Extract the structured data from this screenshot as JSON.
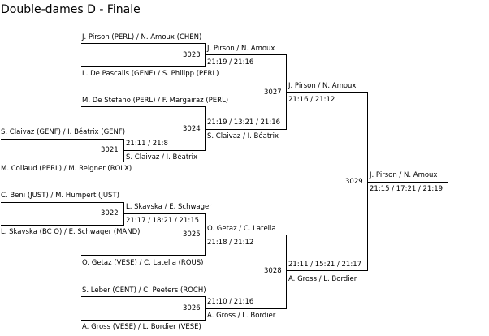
{
  "title": "Double-dames D - Finale",
  "round1": [
    {
      "id": "3021",
      "team1": "S. Claivaz (GENF) / I. Béatrix (GENF)",
      "team2": "M. Collaud (PERL) / M. Reigner (ROLX)",
      "winner": "S. Claivaz / I. Béatrix",
      "score": "21:11 / 21:8"
    },
    {
      "id": "3022",
      "team1": "C. Beni (JUST) / M. Humpert (JUST)",
      "team2": "L. Skavska (BC O) / E. Schwager (MAND)",
      "winner": "L. Skavska / E. Schwager",
      "score": "21:17 / 18:21 / 21:15"
    }
  ],
  "round2": [
    {
      "id": "3023",
      "team1": "J. Pirson (PERL) / N. Amoux (CHEN)",
      "team2": "L. De Pascalis (GENF) / S. Philipp (PERL)",
      "winner": "J. Pirson / N. Amoux",
      "score": "21:19 / 21:16"
    },
    {
      "id": "3024",
      "team1": "M. De Stefano (PERL) / F. Margairaz (PERL)",
      "winner": "S. Claivaz / I. Béatrix",
      "score": "21:19 / 13:21 / 21:16"
    },
    {
      "id": "3025",
      "winner": "O. Getaz / C. Latella",
      "team2": "O. Getaz (VESE) / C. Latella (ROUS)",
      "score": "21:18 / 21:12"
    },
    {
      "id": "3026",
      "team1": "S. Leber (CENT) / C. Peeters (ROCH)",
      "team2": "A. Gross (VESE) / L. Bordier (VESE)",
      "winner": "A. Gross / L. Bordier",
      "score": "21:10 / 21:16"
    }
  ],
  "round3": [
    {
      "id": "3027",
      "winner": "J. Pirson / N. Amoux",
      "score": "21:16 / 21:12"
    },
    {
      "id": "3028",
      "winner": "A. Gross / L. Bordier",
      "score": "21:11 / 15:21 / 21:17"
    }
  ],
  "final": {
    "id": "3029",
    "winner": "J. Pirson / N. Amoux",
    "score": "21:15 / 17:21 / 21:19"
  }
}
